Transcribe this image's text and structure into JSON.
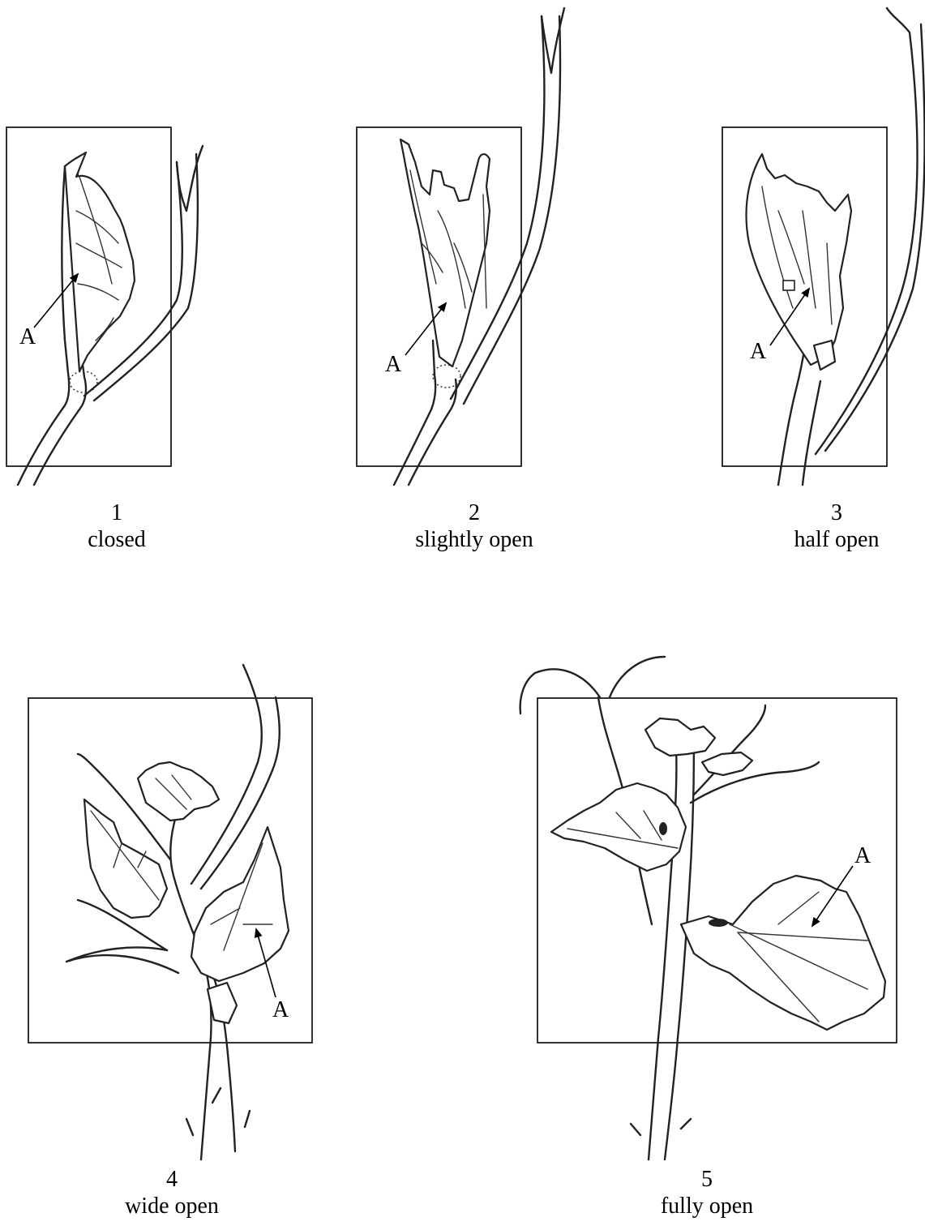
{
  "stages": [
    {
      "number": "1",
      "label": "closed",
      "marker": "A"
    },
    {
      "number": "2",
      "label": "slightly open",
      "marker": "A"
    },
    {
      "number": "3",
      "label": "half open",
      "marker": "A"
    },
    {
      "number": "4",
      "label": "wide open",
      "marker": "A"
    },
    {
      "number": "5",
      "label": "fully open",
      "marker": "A"
    }
  ]
}
